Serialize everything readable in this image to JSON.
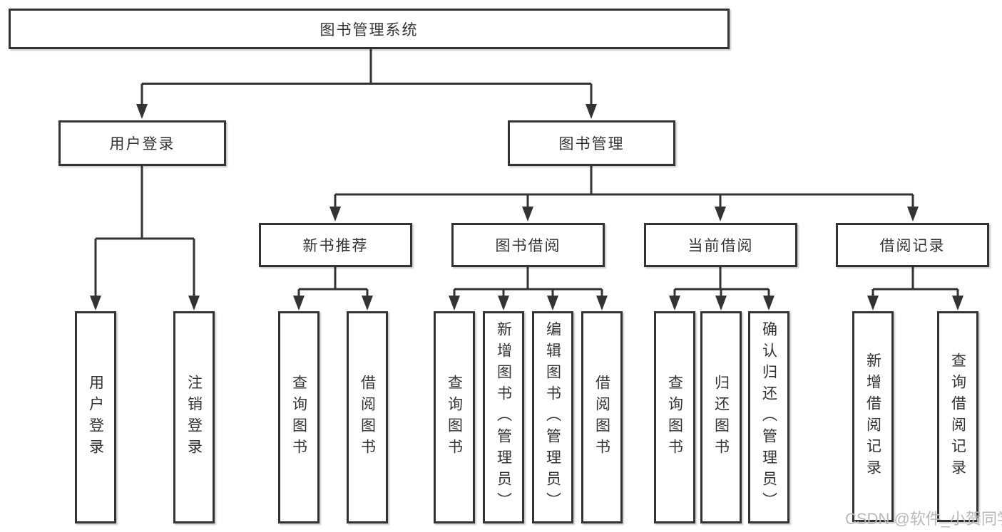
{
  "title": "图书管理系统",
  "colors": {
    "line": "#333333",
    "box_background": "#ffffff",
    "text": "#333333",
    "watermark": "#b9b9b9",
    "background": "#ffffff"
  },
  "watermark": {
    "text": "CSDN @软件_小贺同学"
  },
  "tree": {
    "root": {
      "label": "图书管理系统"
    },
    "branches": [
      {
        "label": "用户登录",
        "children": [
          {
            "label": "用户登录"
          },
          {
            "label": "注销登录"
          }
        ]
      },
      {
        "label": "图书管理",
        "children": [
          {
            "label": "新书推荐",
            "children": [
              {
                "label": "查询图书"
              },
              {
                "label": "借阅图书"
              }
            ]
          },
          {
            "label": "图书借阅",
            "children": [
              {
                "label": "查询图书"
              },
              {
                "label": "新增图书（管理员）"
              },
              {
                "label": "编辑图书（管理员）"
              },
              {
                "label": "借阅图书"
              }
            ]
          },
          {
            "label": "当前借阅",
            "children": [
              {
                "label": "查询图书"
              },
              {
                "label": "归还图书"
              },
              {
                "label": "确认归还（管理员）"
              }
            ]
          },
          {
            "label": "借阅记录",
            "children": [
              {
                "label": "新增借阅记录"
              },
              {
                "label": "查询借阅记录"
              }
            ]
          }
        ]
      }
    ]
  }
}
